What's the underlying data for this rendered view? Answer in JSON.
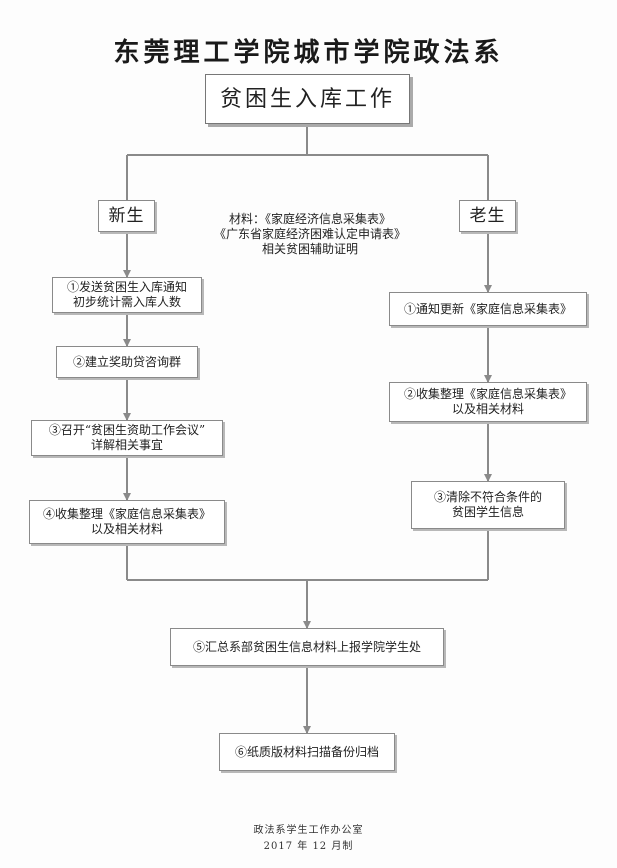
{
  "title": "东莞理工学院城市学院政法系",
  "heading": "贫困生入库工作",
  "new_students": {
    "label": "新生",
    "steps": [
      [
        "①发送贫困生入库通知",
        "初步统计需入库人数"
      ],
      [
        "②建立奖助贷咨询群"
      ],
      [
        "③召开“贫困生资助工作会议”",
        "详解相关事宜"
      ],
      [
        "④收集整理《家庭信息采集表》",
        "以及相关材料"
      ]
    ]
  },
  "materials": [
    "材料：《家庭经济信息采集表》",
    "《广东省家庭经济困难认定申请表》",
    "相关贫困辅助证明"
  ],
  "old_students": {
    "label": "老生",
    "steps": [
      [
        "①通知更新《家庭信息采集表》"
      ],
      [
        "②收集整理《家庭信息采集表》",
        "以及相关材料"
      ],
      [
        "③清除不符合条件的",
        "贫困学生信息"
      ]
    ]
  },
  "final_steps": [
    [
      "⑤汇总系部贫困生信息材料上报学院学生处"
    ],
    [
      "⑥纸质版材料扫描备份归档"
    ]
  ],
  "footer": {
    "office": "政法系学生工作办公室",
    "date": "2017 年 12 月制"
  }
}
